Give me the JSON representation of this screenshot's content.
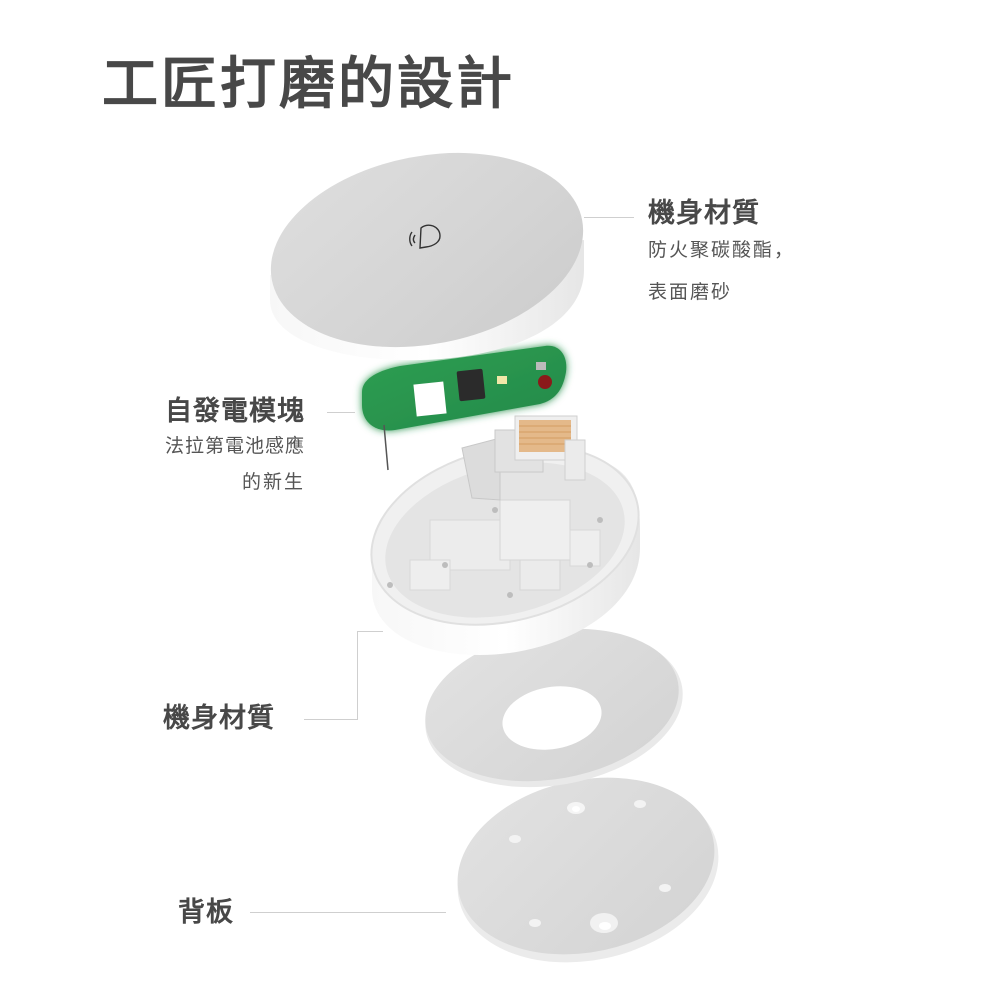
{
  "page": {
    "title": "工匠打磨的設計"
  },
  "callouts": {
    "body_material_top": {
      "heading": "機身材質",
      "lines": [
        "防火聚碳酸酯，",
        "表面磨砂"
      ]
    },
    "power_module": {
      "heading": "自發電模塊",
      "lines": [
        "法拉第電池感應",
        "的新生"
      ]
    },
    "body_material_bottom": {
      "heading": "機身材質"
    },
    "back_plate": {
      "heading": "背板"
    }
  },
  "product": {
    "top_cover_icon": "bell-icon",
    "components": [
      "top-cover",
      "pcb-module",
      "housing",
      "gasket-ring",
      "back-plate"
    ],
    "colors": {
      "pcb_green": "#2e9e4f",
      "shell_white": "#f2f2f2",
      "surface_grey": "#d9d9d9",
      "text_dark": "#484848",
      "leader_line": "#cfcfcf"
    }
  }
}
